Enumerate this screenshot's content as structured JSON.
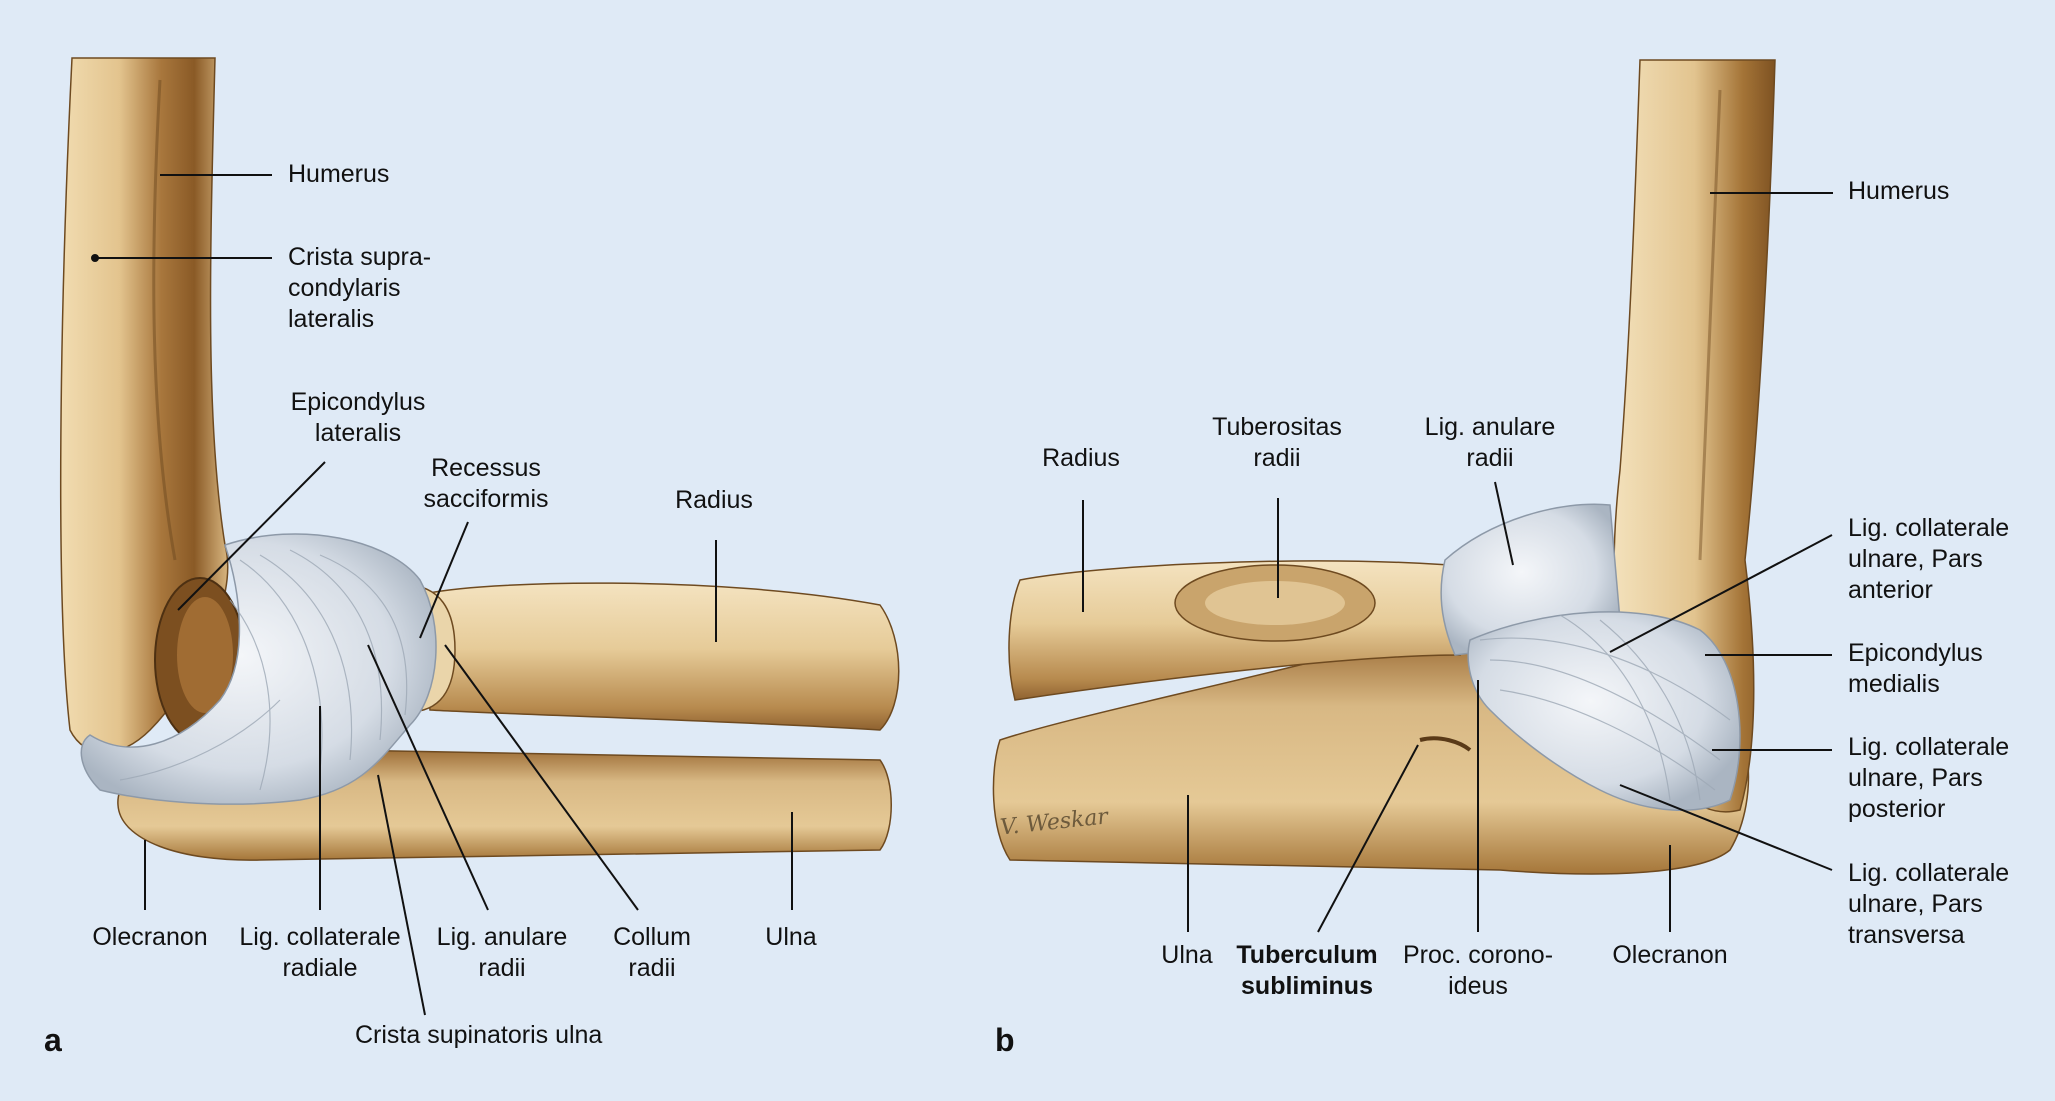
{
  "panel_a": {
    "letter": "a",
    "labels": {
      "humerus": "Humerus",
      "crista_supracondylaris": "Crista supra-\ncondylaris\nlateralis",
      "epicondylus_lateralis": "Epicondylus\nlateralis",
      "recessus": "Recessus\nsacciformis",
      "radius": "Radius",
      "olecranon": "Olecranon",
      "lig_collaterale_radiale": "Lig. collaterale\nradiale",
      "lig_anulare_radii": "Lig. anulare\nradii",
      "collum_radii": "Collum\nradii",
      "ulna": "Ulna",
      "crista_supinatoris": "Crista supinatoris ulna"
    }
  },
  "panel_b": {
    "letter": "b",
    "signature": "V. Weskar",
    "labels": {
      "humerus": "Humerus",
      "radius": "Radius",
      "tuberositas": "Tuberositas\nradii",
      "lig_anulare": "Lig. anulare\nradii",
      "lig_coll_ulnare_anterior": "Lig. collaterale\nulnare, Pars\nanterior",
      "epicondylus_medialis": "Epicondylus\nmedialis",
      "lig_coll_ulnare_posterior": "Lig. collaterale\nulnare, Pars\nposterior",
      "lig_coll_ulnare_transversa": "Lig. collaterale\nulnare, Pars\ntransversa",
      "ulna": "Ulna",
      "tuberculum_subliminus": "Tuberculum\nsubliminus",
      "proc_coronoideus": "Proc. corono-\nideus",
      "olecranon": "Olecranon"
    }
  },
  "colors": {
    "background": "#dfeaf6",
    "bone_light": "#e8cf9e",
    "bone_dark": "#8a5a26",
    "ligament": "#dde3ea"
  }
}
